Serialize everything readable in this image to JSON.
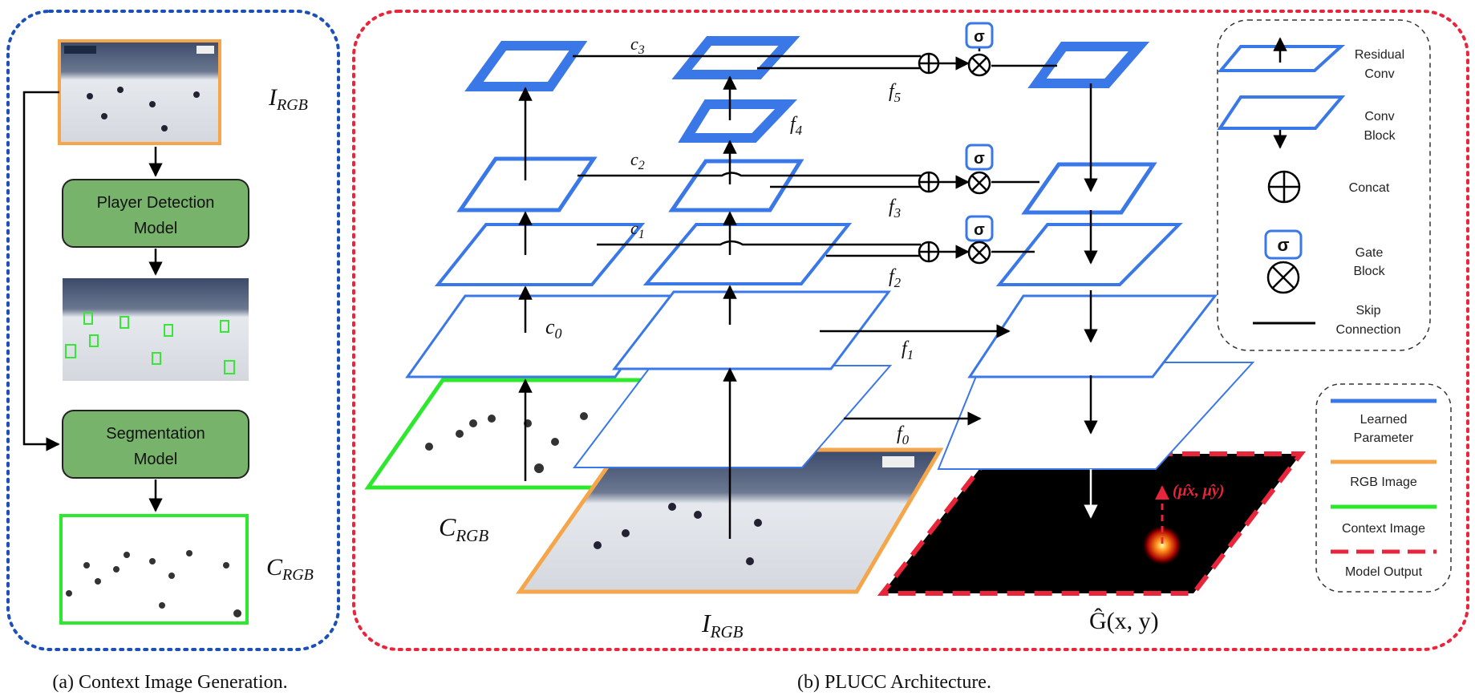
{
  "panel_a": {
    "caption": "(a) Context Image Generation.",
    "rgb_label": "RGB",
    "rgb_label_main": "I",
    "player_detection_line1": "Player Detection",
    "player_detection_line2": "Model",
    "segmentation_line1": "Segmentation",
    "segmentation_line2": "Model",
    "context_label_main": "C",
    "context_label_sub": "RGB"
  },
  "panel_b": {
    "caption": "(b) PLUCC Architecture.",
    "c_labels": [
      {
        "main": "c",
        "sub": "3"
      },
      {
        "main": "c",
        "sub": "2"
      },
      {
        "main": "c",
        "sub": "1"
      },
      {
        "main": "c",
        "sub": "0"
      }
    ],
    "f_labels": [
      {
        "main": "f",
        "sub": "5"
      },
      {
        "main": "f",
        "sub": "4"
      },
      {
        "main": "f",
        "sub": "3"
      },
      {
        "main": "f",
        "sub": "2"
      },
      {
        "main": "f",
        "sub": "1"
      },
      {
        "main": "f",
        "sub": "0"
      }
    ],
    "gate_symbol": "σ",
    "context_input_main": "C",
    "context_input_sub": "RGB",
    "rgb_input_main": "I",
    "rgb_input_sub": "RGB",
    "output_label": "Ĝ(x, y)",
    "peak_label": "(μ̂x, μ̂y)"
  },
  "legend_top": {
    "residual_conv_line1": "Residual",
    "residual_conv_line2": "Conv",
    "conv_block_line1": "Conv",
    "conv_block_line2": "Block",
    "concat": "Concat",
    "gate_line1": "Gate",
    "gate_line2": "Block",
    "gate_symbol": "σ",
    "skip_line1": "Skip",
    "skip_line2": "Connection"
  },
  "legend_bottom": {
    "learned_line1": "Learned",
    "learned_line2": "Parameter",
    "rgb_image": "RGB Image",
    "context_image": "Context Image",
    "model_output": "Model Output"
  },
  "colors": {
    "blue": "#3b78e7",
    "orange": "#f5a54a",
    "green": "#2ee82e",
    "red_dash": "#e8253a",
    "box_green_fill": "#77b36a",
    "panel_a_border": "#1d4fb8",
    "panel_b_border": "#e8253a"
  }
}
